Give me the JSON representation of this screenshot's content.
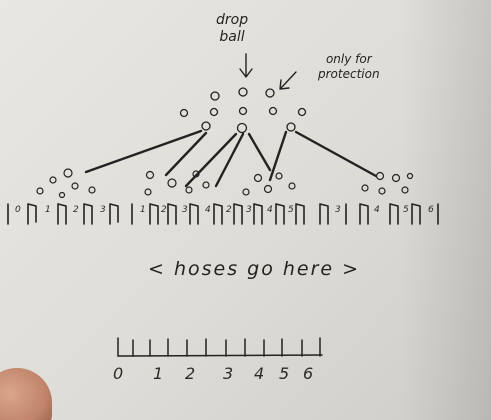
{
  "annotations": {
    "drop_ball": "drop\nball",
    "drop_ball_line1": "drop",
    "drop_ball_line2": "ball",
    "protection_line1": "only for",
    "protection_line2": "protection",
    "hoses": "< hoses go here >"
  },
  "bin_labels": [
    "0",
    "1",
    "2",
    "3",
    "1",
    "2",
    "3",
    "4",
    "2",
    "3",
    "4",
    "5",
    "3",
    "4",
    "5",
    "6"
  ],
  "scale_labels": [
    "0",
    "1",
    "2",
    "3",
    "4",
    "5",
    "6"
  ],
  "colors": {
    "paper": "#e4e2dc",
    "ink": "#232323"
  },
  "icons": [
    "arrow-icon",
    "peg-icon",
    "bin-icon",
    "finger-icon"
  ]
}
